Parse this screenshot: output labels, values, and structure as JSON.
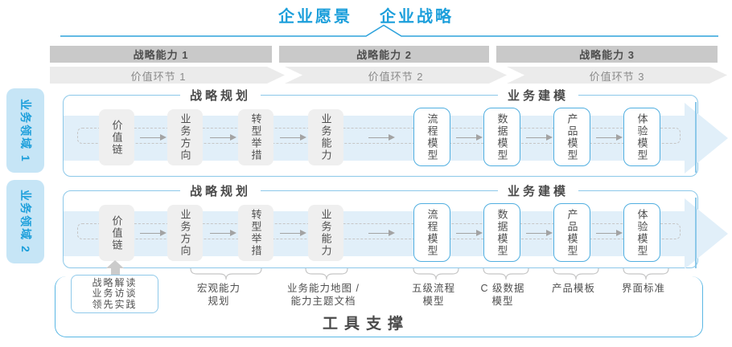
{
  "header": {
    "vision": "企业愿景",
    "strategy": "企业战略"
  },
  "capabilities": [
    "战略能力 1",
    "战略能力 2",
    "战略能力 3"
  ],
  "value_links": [
    "价值环节 1",
    "价值环节 2",
    "价值环节 3"
  ],
  "domains": [
    "业务领域 1",
    "业务领域 2"
  ],
  "rows": [
    {
      "planning_title": "战略规划",
      "modeling_title": "业务建模",
      "boxes": [
        "价值链",
        "业务方向",
        "转型举措",
        "业务能力",
        "流程模型",
        "数据模型",
        "产品模型",
        "体验模型"
      ]
    },
    {
      "planning_title": "战略规划",
      "modeling_title": "业务建模",
      "boxes": [
        "价值链",
        "业务方向",
        "转型举措",
        "业务能力",
        "流程模型",
        "数据模型",
        "产品模型",
        "体验模型"
      ]
    }
  ],
  "annotations": {
    "insight_box": "战略解读\n业务访谈\n领先实践",
    "labels": [
      "宏观能力\n规划",
      "业务能力地图 /\n能力主题文档",
      "五级流程\n模型",
      "C 级数据\n模型",
      "产品模板",
      "界面标准"
    ]
  },
  "tool_support": "工具支撑",
  "colors": {
    "accent_blue": "#1c9fdb",
    "panel_border": "#8cc8e9",
    "band_blue": "#e1eff9",
    "bar_gray": "#c9c9c9",
    "chevron_gray": "#ebebeb",
    "box_gray": "#efefef"
  }
}
